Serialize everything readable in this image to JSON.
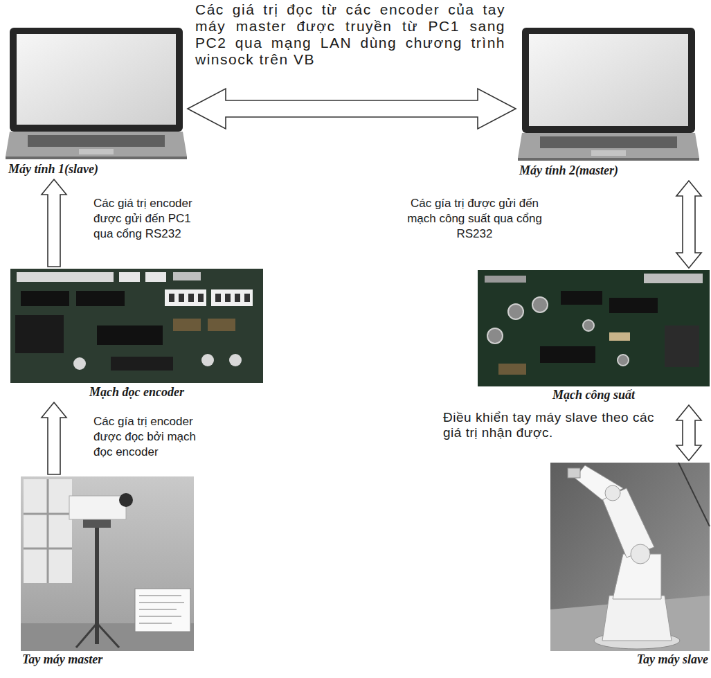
{
  "diagram": {
    "nodes": [
      {
        "text": [
          "Máy tính 1(slave)"
        ]
      },
      {
        "text": [
          "Máy tính 2(master)"
        ]
      },
      {
        "text": [
          "Mạch đọc encoder"
        ]
      },
      {
        "text": [
          "Mạch công suất"
        ]
      },
      {
        "text": [
          "Tay máy master"
        ]
      },
      {
        "text": [
          "Tay máy slave"
        ]
      }
    ],
    "edges": [
      {
        "from": 0,
        "to": 1,
        "arrow": "both",
        "label": "Các giá trị đọc từ các encoder của tay máy master được truyền từ PC1 sang PC2 qua mạng LAN dùng chương trình winsock trên VB"
      },
      {
        "from": 2,
        "to": 0,
        "arrow": "to",
        "label": "Các giá trị encoder được gửi đến PC1 qua cổng RS232"
      },
      {
        "from": 4,
        "to": 2,
        "arrow": "to",
        "label": "Các gía trị encoder được đọc bởi mạch đọc encoder"
      },
      {
        "from": 1,
        "to": 3,
        "arrow": "both",
        "label": "Các gía trị được gửi đến mạch công suất qua cổng RS232"
      },
      {
        "from": 3,
        "to": 5,
        "arrow": "both",
        "label": "Điều khiển tay máy slave theo các giá trị nhận được."
      }
    ]
  }
}
